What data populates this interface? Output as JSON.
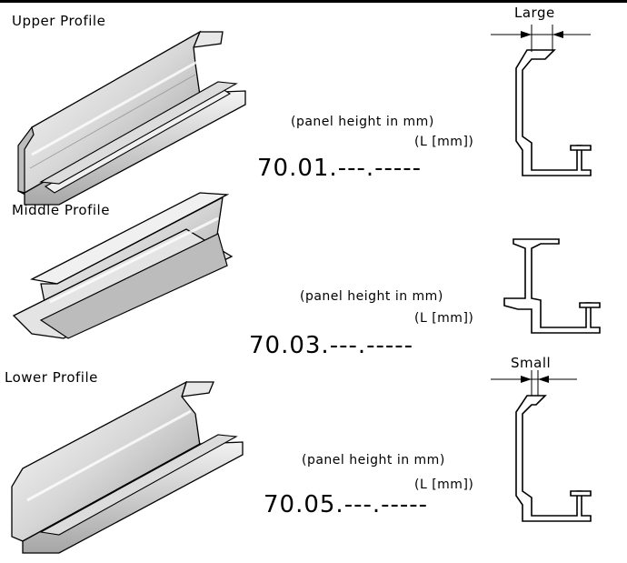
{
  "profiles": [
    {
      "name": "Upper Profile",
      "note_height": "(panel height in mm)",
      "note_length": "(L [mm])",
      "code": "70.01.---.-----",
      "dimension_label": "Large"
    },
    {
      "name": "Middle Profile",
      "note_height": "(panel height in mm)",
      "note_length": "(L [mm])",
      "code": "70.03.---.-----",
      "dimension_label": ""
    },
    {
      "name": "Lower Profile",
      "note_height": "(panel height in mm)",
      "note_length": "(L [mm])",
      "code": "70.05.---.-----",
      "dimension_label": "Small"
    }
  ],
  "colors": {
    "profile_light": "#f2f2f2",
    "profile_mid": "#c9c9c9",
    "profile_dark": "#8f8f8f",
    "line": "#000000"
  }
}
